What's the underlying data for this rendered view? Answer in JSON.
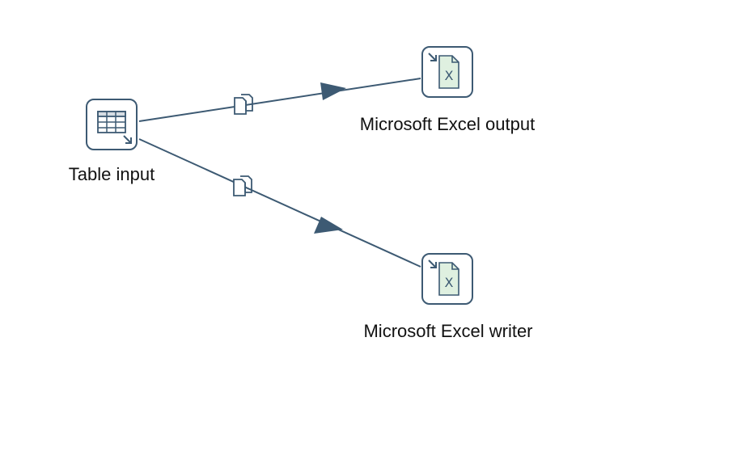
{
  "steps": {
    "table_input": {
      "label": "Table input",
      "icon": "table-input-icon"
    },
    "excel_output": {
      "label": "Microsoft Excel output",
      "icon": "excel-file-icon"
    },
    "excel_writer": {
      "label": "Microsoft Excel writer",
      "icon": "excel-file-icon"
    }
  },
  "hops": [
    {
      "from": "Table input",
      "to": "Microsoft Excel output",
      "icon": "copy-rows-icon"
    },
    {
      "from": "Table input",
      "to": "Microsoft Excel writer",
      "icon": "copy-rows-icon"
    }
  ],
  "colors": {
    "hop": "#3d5a73",
    "node_border": "#3d5a73",
    "excel_fill": "#dff0e0"
  }
}
